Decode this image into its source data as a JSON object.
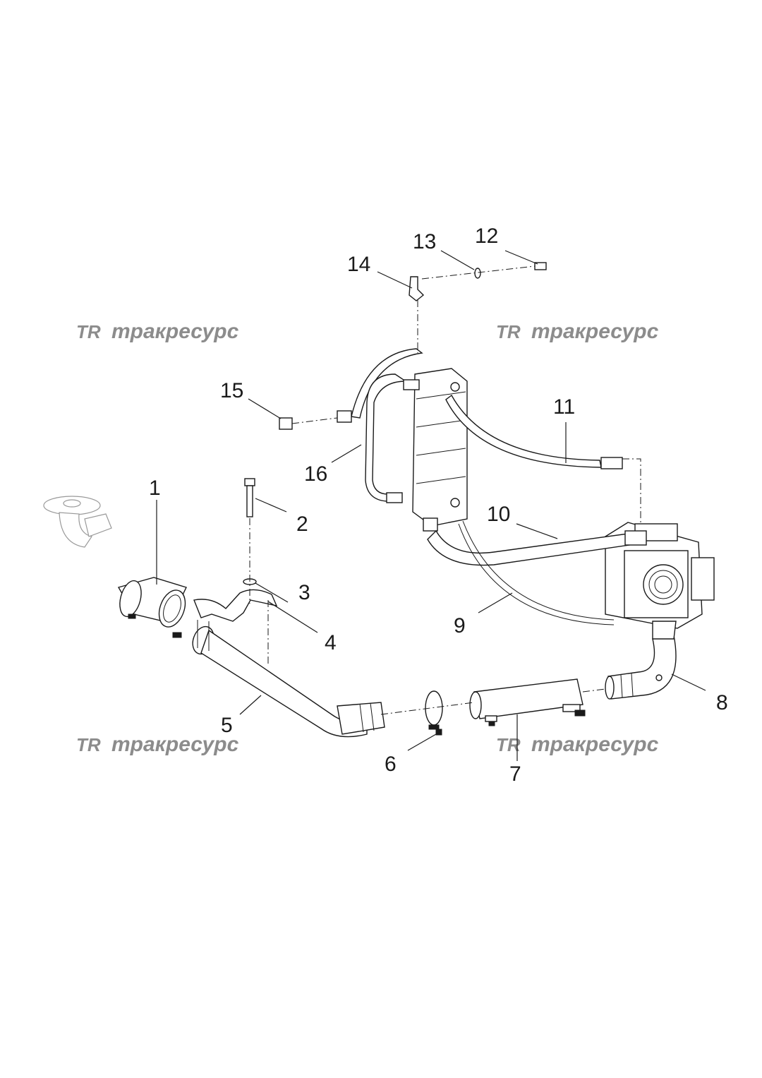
{
  "watermark": {
    "logo": "TR",
    "text": "тракресурс"
  },
  "callouts": {
    "p1": "1",
    "p2": "2",
    "p3": "3",
    "p4": "4",
    "p5": "5",
    "p6": "6",
    "p7": "7",
    "p8": "8",
    "p9": "9",
    "p10": "10",
    "p11": "11",
    "p12": "12",
    "p13": "13",
    "p14": "14",
    "p15": "15",
    "p16": "16"
  },
  "colors": {
    "line": "#1a1a1a",
    "watermark": "#8c8c8c",
    "background": "#ffffff"
  }
}
